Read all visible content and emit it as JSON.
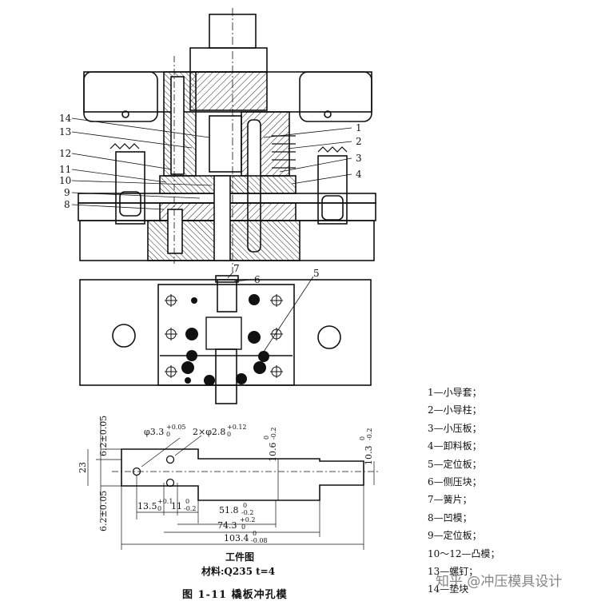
{
  "callouts": [
    "1",
    "2",
    "3",
    "4",
    "5",
    "6",
    "7",
    "8",
    "9",
    "10",
    "11",
    "12",
    "13",
    "14"
  ],
  "legend": [
    "1—小导套；",
    "2—小导柱；",
    "3—小压板；",
    "4—卸料板；",
    "5—定位板；",
    "6—侧压块；",
    "7—簧片；",
    "8—凹模；",
    "9—定位板；",
    "10～12—凸模；",
    "13—螺钉；",
    "14—垫块"
  ],
  "dimensions": {
    "hole1": "φ3.3",
    "hole1_tol": "+0.05",
    "hole1_low": "0",
    "hole2": "2×φ2.8",
    "hole2_tol": "+0.12",
    "hole2_low": "0",
    "left_top": "6.2±0.05",
    "left_bottom": "6.2±0.05",
    "height": "23",
    "mid_h": "10.6",
    "mid_h_tol_up": "0",
    "mid_h_tol_low": "-0.2",
    "end_h": "10.3",
    "end_h_tol_up": "0",
    "end_h_tol_low": "-0.2",
    "x1": "13.5",
    "x1_up": "+0.1",
    "x1_low": "0",
    "x2": "11",
    "x2_up": "0",
    "x2_low": "-0.2",
    "x3": "51.8",
    "x3_up": "0",
    "x3_low": "-0.2",
    "x4": "74.3",
    "x4_up": "+0.2",
    "x4_low": "0",
    "x5": "103.4",
    "x5_up": "0",
    "x5_low": "-0.08"
  },
  "workpiece_title": "工件图",
  "material": "材料:Q235  t=4",
  "figure_caption": "图 1-11   橇板冲孔模",
  "watermark": "知乎 @冲压模具设计"
}
